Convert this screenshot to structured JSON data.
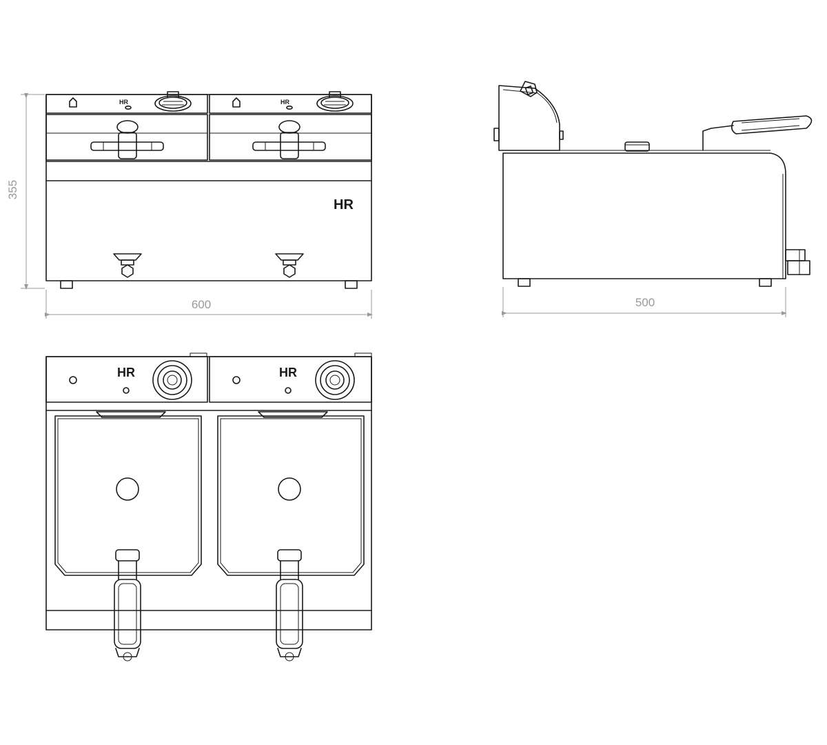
{
  "brand_logo": "HR",
  "dimensions": {
    "height": "355",
    "front_width": "600",
    "side_depth": "500"
  },
  "views": [
    "front-view",
    "side-view",
    "top-view"
  ],
  "colors": {
    "line": "#1a1a1a",
    "dimension": "#9a9a9a",
    "background": "#ffffff"
  }
}
